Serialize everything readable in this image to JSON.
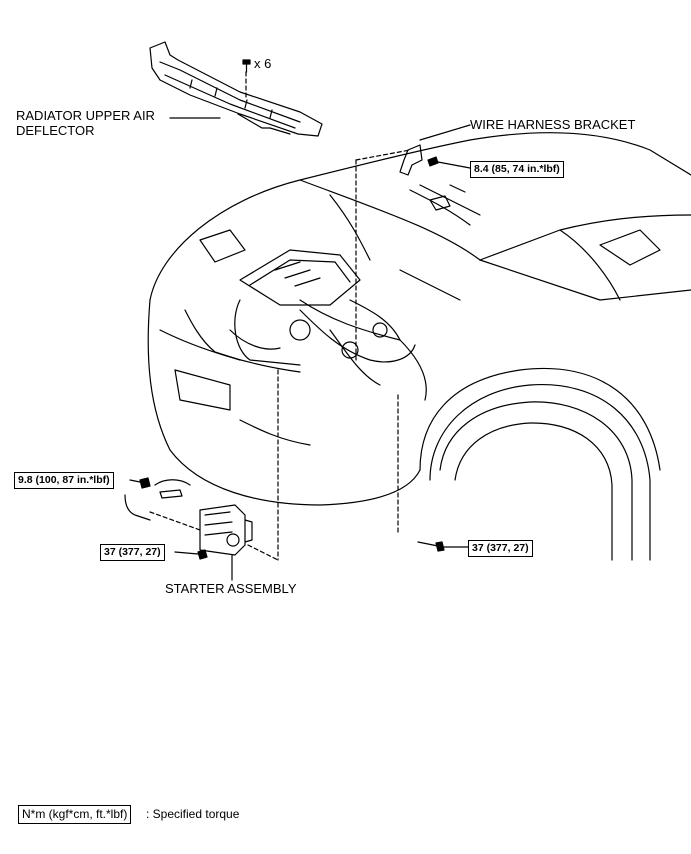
{
  "labels": {
    "radiator_deflector_line1": "RADIATOR UPPER AIR",
    "radiator_deflector_line2": "DEFLECTOR",
    "screw_count": "x 6",
    "wire_harness_bracket": "WIRE HARNESS BRACKET",
    "starter_assembly": "STARTER ASSEMBLY"
  },
  "torques": {
    "bracket_bolt": "8.4 (85, 74 in.*lbf)",
    "terminal_nut": "9.8 (100, 87 in.*lbf)",
    "starter_bolt_left": "37 (377, 27)",
    "starter_bolt_right": "37 (377, 27)"
  },
  "legend": {
    "unit": "N*m (kgf*cm, ft.*lbf)",
    "description": ": Specified torque"
  }
}
